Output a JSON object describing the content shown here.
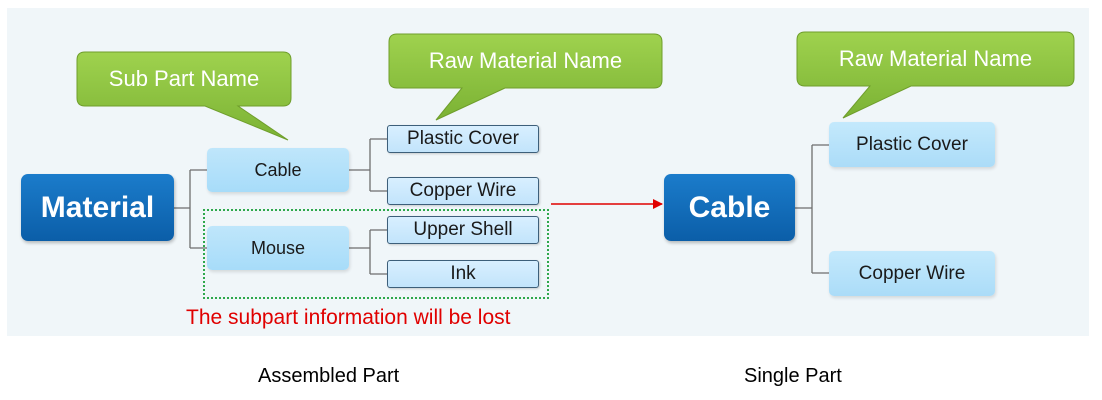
{
  "callouts": {
    "sub_part": "Sub Part Name",
    "raw_left": "Raw Material Name",
    "raw_right": "Raw Material Name"
  },
  "assembled": {
    "root": "Material",
    "subparts": [
      {
        "label": "Cable",
        "children": [
          "Plastic Cover",
          "Copper Wire"
        ]
      },
      {
        "label": "Mouse",
        "children": [
          "Upper Shell",
          "Ink"
        ]
      }
    ],
    "lost_note": "The subpart information will be lost",
    "caption": "Assembled Part"
  },
  "single": {
    "root": "Cable",
    "children": [
      "Plastic Cover",
      "Copper Wire"
    ],
    "caption": "Single Part"
  },
  "colors": {
    "root": "#0b66b3",
    "subpart": "#aadcf8",
    "callout": "#8dc63f",
    "arrow": "#e00000",
    "lost_box": "#2ea84c"
  }
}
